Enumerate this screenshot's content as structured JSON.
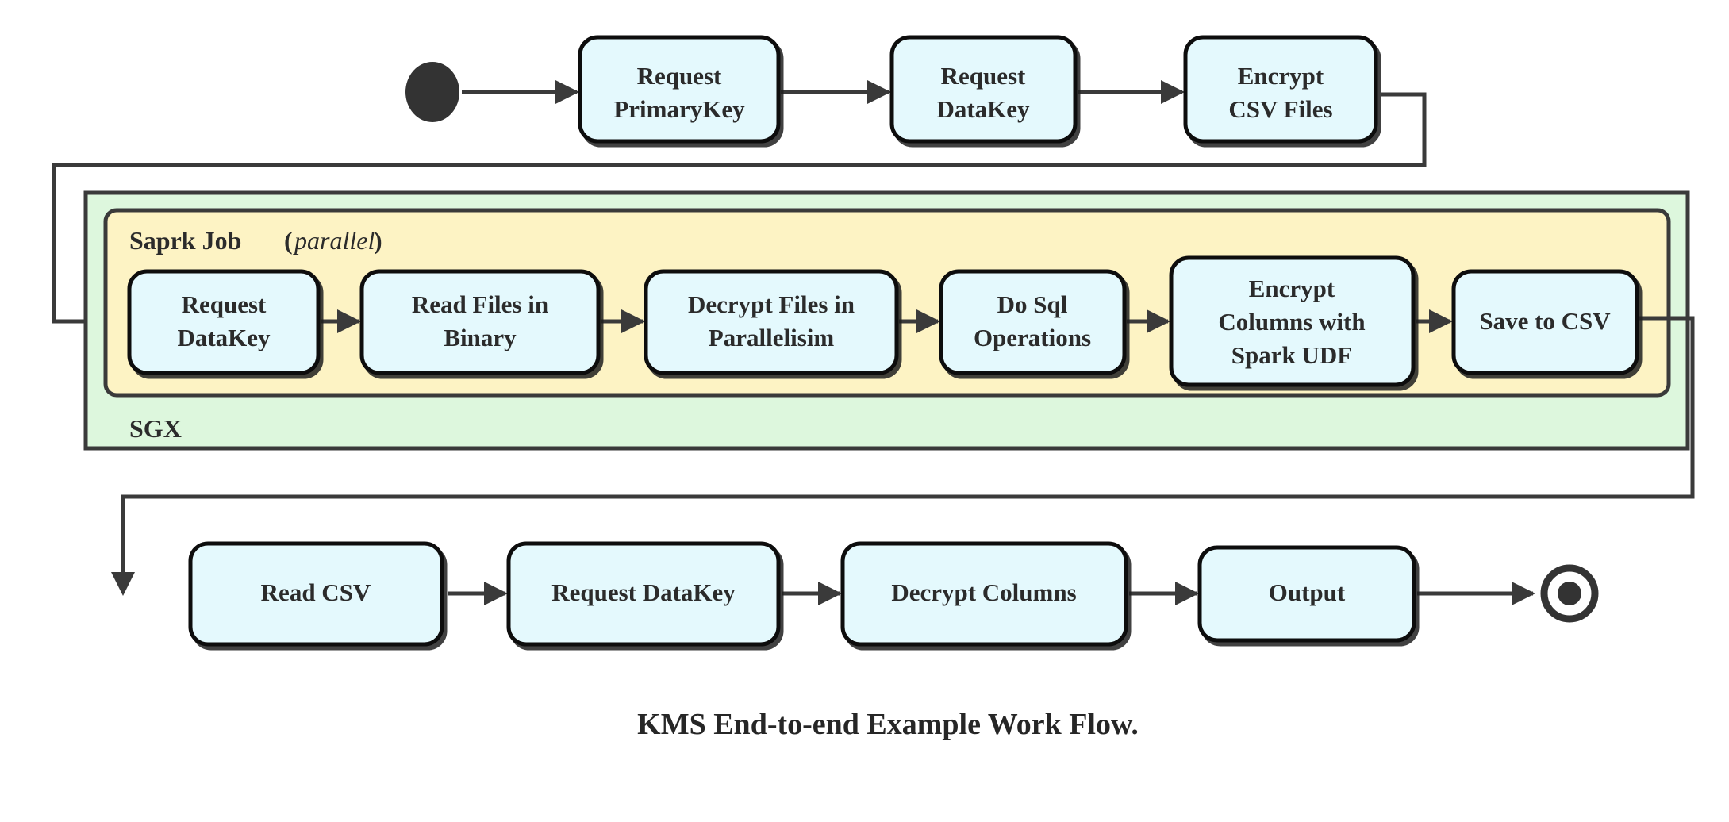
{
  "diagram": {
    "caption": "KMS End-to-end Example Work Flow.",
    "colors": {
      "node_fill": "#e4f9fd",
      "node_stroke": "#0d0d0d",
      "sgx_fill": "#ddf7dd",
      "spark_fill": "#fdf3c4",
      "edge": "#3a3a3a",
      "text": "#2b2b2b",
      "terminator": "#333333"
    },
    "start_node": {
      "name": "start",
      "shape": "filled-circle"
    },
    "end_node": {
      "name": "end",
      "shape": "bullseye"
    },
    "containers": [
      {
        "id": "sgx",
        "label": "SGX",
        "label_position": "bottom-left",
        "fill": "#ddf7dd"
      },
      {
        "id": "spark-job",
        "label": "Saprk Job",
        "label_suffix_open": "(",
        "label_italic": "parallel",
        "label_suffix_close": ")",
        "label_position": "top-left",
        "fill": "#fdf3c4"
      }
    ],
    "rows": {
      "top": {
        "id": "row-top",
        "nodes": [
          {
            "id": "request-primarykey",
            "lines": [
              "Request",
              "PrimaryKey"
            ]
          },
          {
            "id": "request-datakey-top",
            "lines": [
              "Request",
              "DataKey"
            ]
          },
          {
            "id": "encrypt-csv-files",
            "lines": [
              "Encrypt",
              "CSV Files"
            ]
          }
        ]
      },
      "spark": {
        "id": "row-spark",
        "nodes": [
          {
            "id": "request-datakey-spark",
            "lines": [
              "Request",
              "DataKey"
            ]
          },
          {
            "id": "read-files-in-binary",
            "lines": [
              "Read Files in",
              "Binary"
            ]
          },
          {
            "id": "decrypt-files-in-parallelisim",
            "lines": [
              "Decrypt Files in",
              "Parallelisim"
            ]
          },
          {
            "id": "do-sql-operations",
            "lines": [
              "Do Sql",
              "Operations"
            ]
          },
          {
            "id": "encrypt-columns-with-spark-udf",
            "lines": [
              "Encrypt",
              "Columns with",
              "Spark UDF"
            ]
          },
          {
            "id": "save-to-csv",
            "lines": [
              "Save to CSV"
            ]
          }
        ]
      },
      "bottom": {
        "id": "row-bottom",
        "nodes": [
          {
            "id": "read-csv",
            "lines": [
              "Read CSV"
            ]
          },
          {
            "id": "request-datakey-bottom",
            "lines": [
              "Request DataKey"
            ]
          },
          {
            "id": "decrypt-columns",
            "lines": [
              "Decrypt Columns"
            ]
          },
          {
            "id": "output",
            "lines": [
              "Output"
            ]
          }
        ]
      }
    }
  }
}
